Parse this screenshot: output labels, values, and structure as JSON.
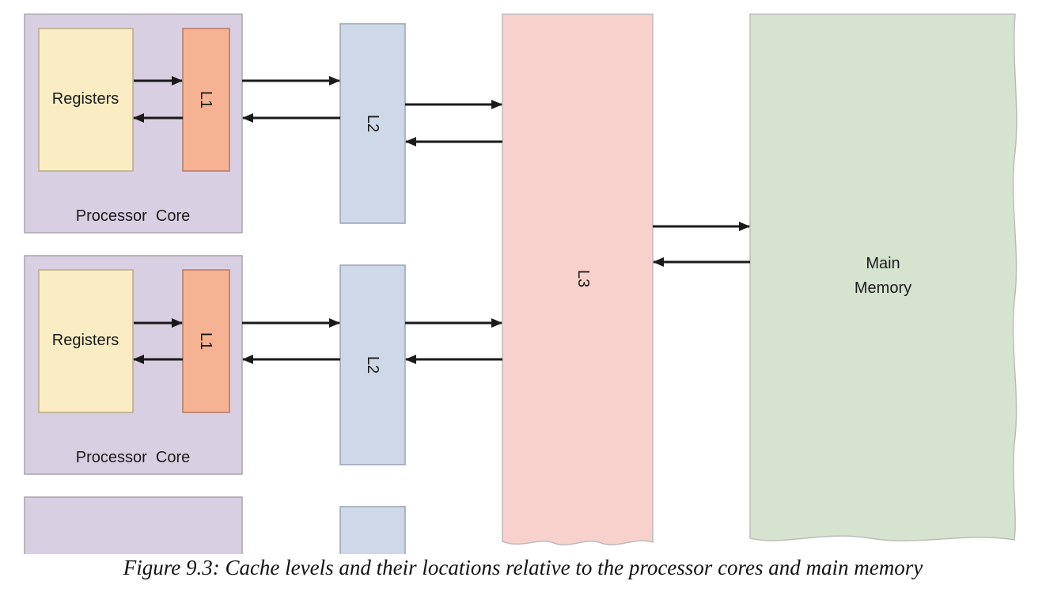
{
  "cores": [
    {
      "registers_label": "Registers",
      "l1_label": "L1",
      "l2_label": "L2",
      "core_label": "Processor  Core"
    },
    {
      "registers_label": "Registers",
      "l1_label": "L1",
      "l2_label": "L2",
      "core_label": "Processor  Core"
    }
  ],
  "l3_label": "L3",
  "main_memory": {
    "line1": "Main",
    "line2": "Memory"
  },
  "caption": "Figure 9.3:  Cache levels and their locations relative to the processor cores and main memory",
  "colors": {
    "core_bg": "#d9cfe3",
    "registers": "#faedc3",
    "l1": "#f6b393",
    "l2": "#ced8e9",
    "l3": "#f8d1cc",
    "main_memory": "#d6e3cf",
    "arrow": "#1a1a1a"
  }
}
